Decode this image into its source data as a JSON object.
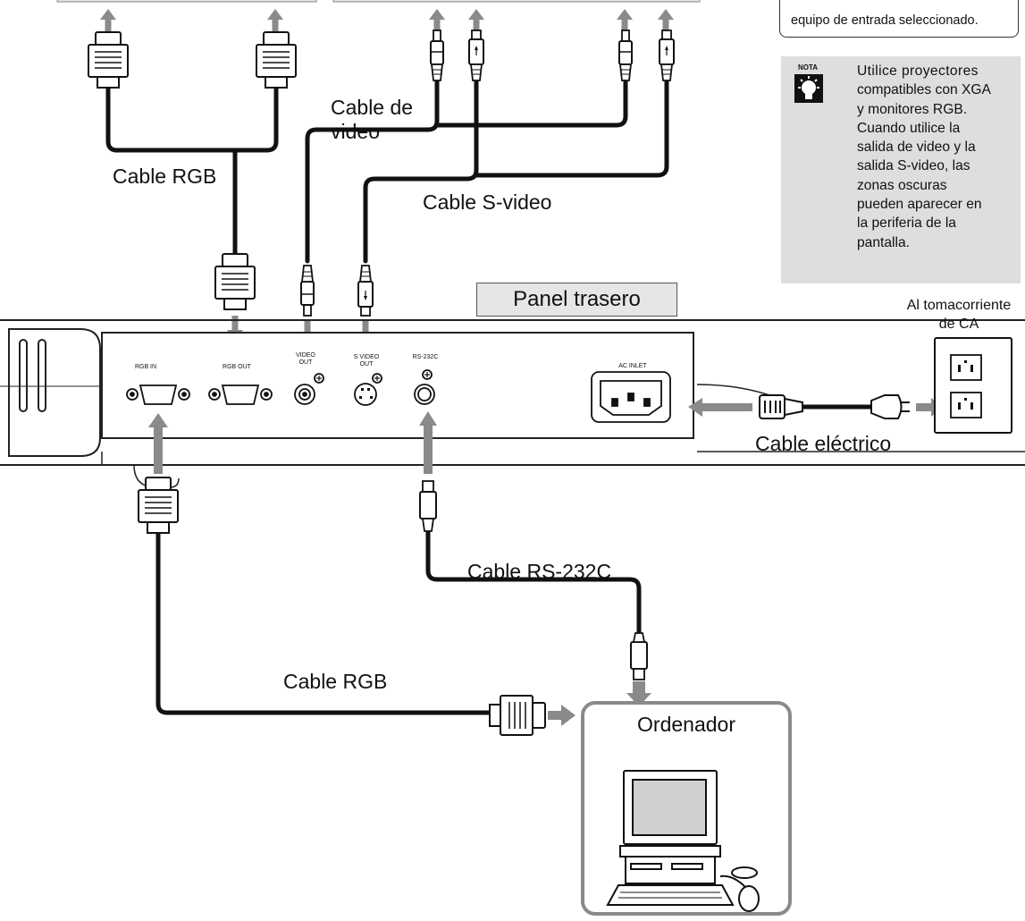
{
  "note_top": {
    "text": "equipo de entrada seleccionado."
  },
  "nota": {
    "label": "NOTA",
    "icon": "lightbulb-icon",
    "lines": [
      "Utilice proyectores",
      "compatibles con XGA",
      "y monitores RGB.",
      "Cuando utilice la",
      "salida de video y la",
      "salida S-video, las",
      "zonas oscuras",
      "pueden aparecer en",
      "la periferia de la",
      "pantalla."
    ]
  },
  "labels": {
    "cable_de_video_1": "Cable de",
    "cable_de_video_2": "video",
    "cable_rgb_top": "Cable RGB",
    "cable_svideo": "Cable S-video",
    "panel_trasero": "Panel trasero",
    "tomacorriente_1": "Al tomacorriente",
    "tomacorriente_2": "de CA",
    "cable_electrico": "Cable eléctrico",
    "cable_rs232c": "Cable RS-232C",
    "cable_rgb_bottom": "Cable RGB",
    "ordenador": "Ordenador"
  },
  "ports": {
    "rgb_in": "RGB IN",
    "rgb_out": "RGB OUT",
    "video_out_1": "VIDEO",
    "video_out_2": "OUT",
    "svideo_out_1": "S VIDEO",
    "svideo_out_2": "OUT",
    "rs232c": "RS-232C",
    "ac_inlet": "AC INLET"
  },
  "colors": {
    "arrow_gray": "#8a8a8a",
    "box_gray": "#dedede",
    "cable_black": "#111111"
  }
}
